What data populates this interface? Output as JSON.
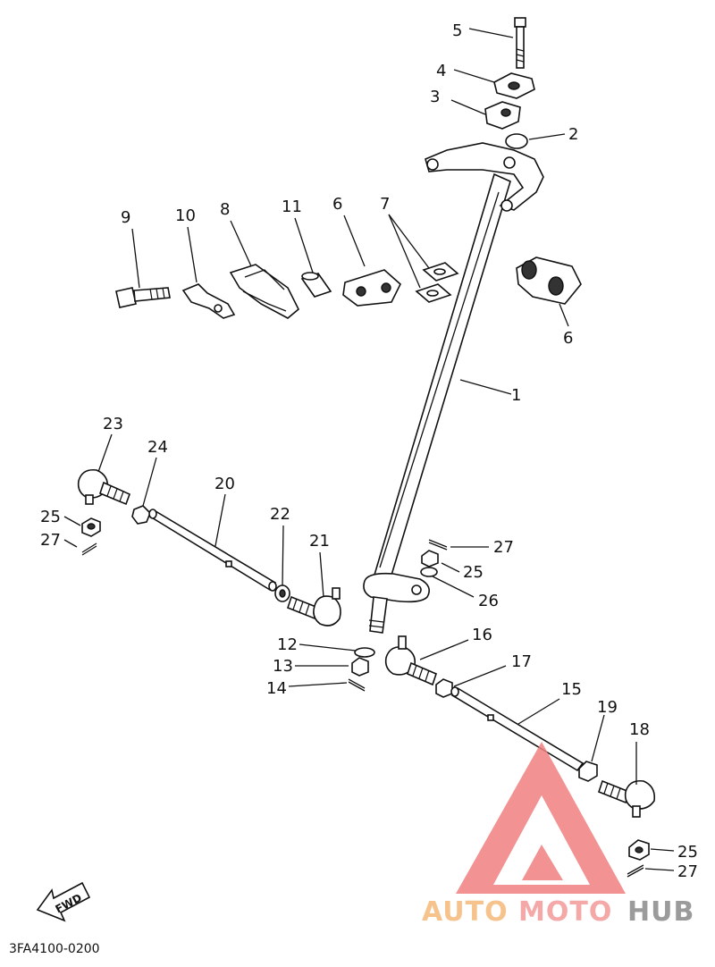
{
  "callouts": {
    "c1": "1",
    "c2": "2",
    "c3": "3",
    "c4": "4",
    "c5": "5",
    "c6a": "6",
    "c6b": "6",
    "c7": "7",
    "c8": "8",
    "c9": "9",
    "c10": "10",
    "c11": "11",
    "c12": "12",
    "c13": "13",
    "c14": "14",
    "c15": "15",
    "c16": "16",
    "c17": "17",
    "c18": "18",
    "c19": "19",
    "c20": "20",
    "c21": "21",
    "c22": "22",
    "c23": "23",
    "c24": "24",
    "c25a": "25",
    "c25b": "25",
    "c25c": "25",
    "c26": "26",
    "c27a": "27",
    "c27b": "27",
    "c27c": "27"
  },
  "direction_arrow": {
    "label": "FWD"
  },
  "diagram_code": "3FA4100-0200",
  "watermark": {
    "part_a": "AUTO",
    "part_b": "MOTO",
    "part_c": "HUB",
    "logo": "triangle-logo",
    "colors": {
      "triangle": "#f08080",
      "auto": "#f5b97a",
      "moto": "#f39a98",
      "hub": "#8a8a8a"
    }
  }
}
